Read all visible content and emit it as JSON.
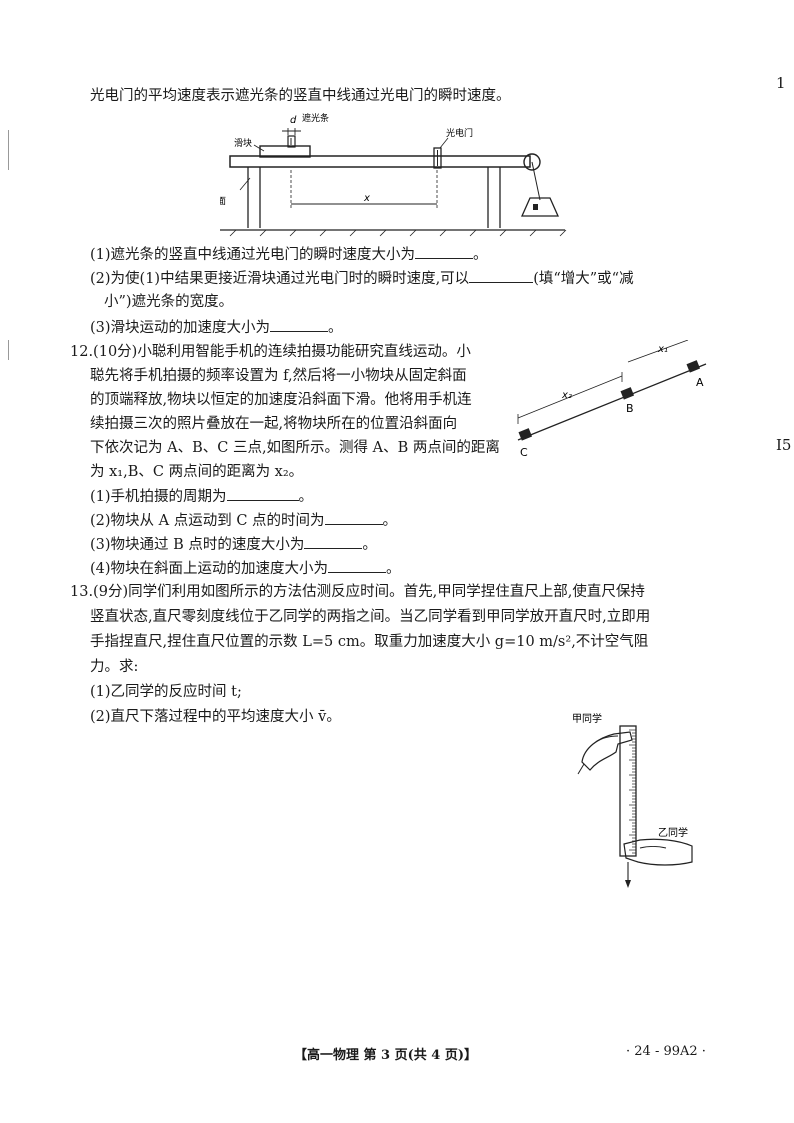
{
  "corner_right_top": "1",
  "corner_right_mid": "I5",
  "intro_line": "光电门的平均速度表示遮光条的竖直中线通过光电门的瞬时速度。",
  "fig1": {
    "label_d": "d",
    "label_shield": "遮光条",
    "label_gate": "光电门",
    "label_slider": "滑块",
    "label_table": "桌面",
    "label_x": "x"
  },
  "q11": {
    "p1a": "(1)遮光条的竖直中线通过光电门的瞬时速度大小为",
    "p1b": "。",
    "p2a": "(2)为使(1)中结果更接近滑块通过光电门时的瞬时速度,可以",
    "p2b": "(填“增大”或“减",
    "p2c": "小”)遮光条的宽度。",
    "p3a": "(3)滑块运动的加速度大小为",
    "p3b": "。"
  },
  "q12": {
    "l1": "12.(10分)小聪利用智能手机的连续拍摄功能研究直线运动。小",
    "l2": "聪先将手机拍摄的频率设置为 f,然后将一小物块从固定斜面",
    "l3": "的顶端释放,物块以恒定的加速度沿斜面下滑。他将用手机连",
    "l4": "续拍摄三次的照片叠放在一起,将物块所在的位置沿斜面向",
    "l5": "下依次记为 A、B、C 三点,如图所示。测得 A、B 两点间的距离",
    "l6": "为 x₁,B、C 两点间的距离为 x₂。",
    "p1a": "(1)手机拍摄的周期为",
    "p1b": "。",
    "p2a": "(2)物块从 A 点运动到 C 点的时间为",
    "p2b": "。",
    "p3a": "(3)物块通过 B 点时的速度大小为",
    "p3b": "。",
    "p4a": "(4)物块在斜面上运动的加速度大小为",
    "p4b": "。",
    "fig": {
      "A": "A",
      "B": "B",
      "C": "C",
      "x1": "x₁",
      "x2": "x₂"
    }
  },
  "q13": {
    "l1": "13.(9分)同学们利用如图所示的方法估测反应时间。首先,甲同学捏住直尺上部,使直尺保持",
    "l2": "竖直状态,直尺零刻度线位于乙同学的两指之间。当乙同学看到甲同学放开直尺时,立即用",
    "l3": "手指捏直尺,捏住直尺位置的示数 L=5 cm。取重力加速度大小 g=10 m/s²,不计空气阻",
    "l4": "力。求:",
    "p1": "(1)乙同学的反应时间 t;",
    "p2": "(2)直尺下落过程中的平均速度大小 v̄。",
    "fig": {
      "jia": "甲同学",
      "yi": "乙同学"
    }
  },
  "footer": {
    "center": "【高一物理  第 3 页(共 4 页)】",
    "right": "· 24 - 99A2 ·"
  }
}
